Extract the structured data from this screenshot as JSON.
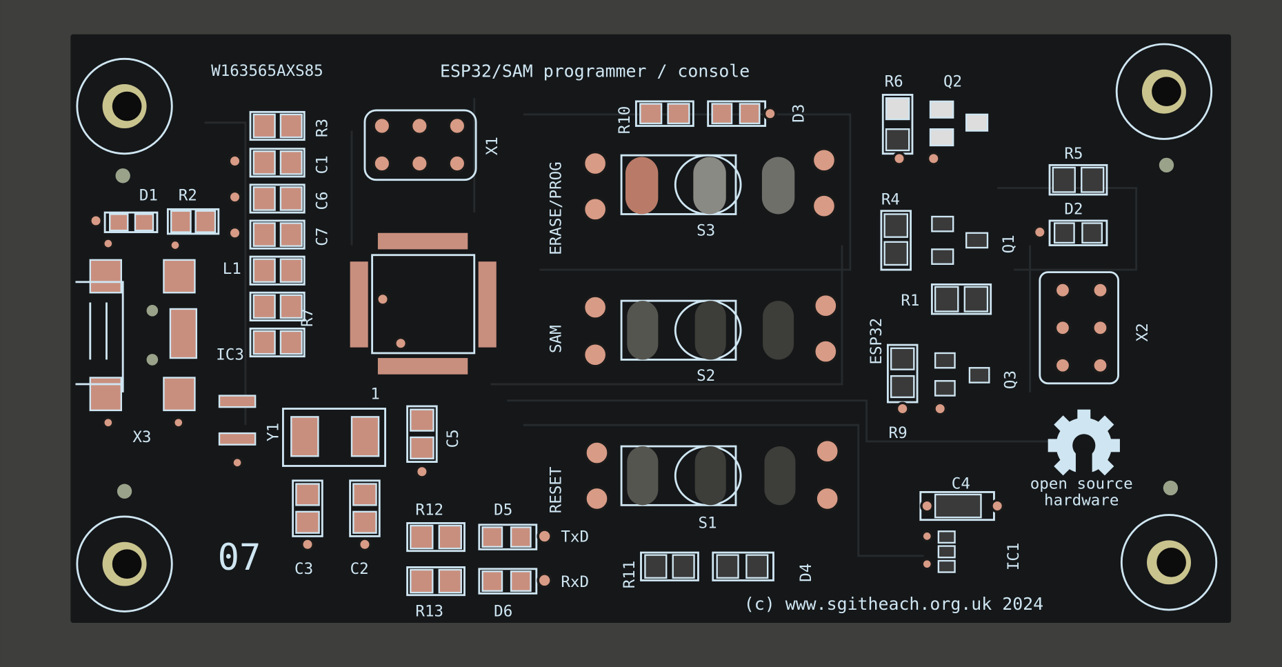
{
  "board": {
    "serial": "W163565AXS85",
    "title": "ESP32/SAM programmer / console",
    "copyright": "(c) www.sgitheach.org.uk 2024",
    "board_number": "07",
    "oshw_line1": "open source",
    "oshw_line2": "hardware",
    "colors": {
      "solder_mask": "#141618",
      "silkscreen": "#cfe6f2",
      "copper": "#c98f7e",
      "background": "#3b3b3a"
    }
  },
  "labels": {
    "r3": "R3",
    "c1": "C1",
    "c6": "C6",
    "c7": "C7",
    "l1": "L1",
    "r7": "R7",
    "ic3": "IC3",
    "d1": "D1",
    "r2": "R2",
    "x3": "X3",
    "y1": "Y1",
    "pin1": "1",
    "c5": "C5",
    "c3": "C3",
    "c2": "C2",
    "x1": "X1",
    "r10": "R10",
    "d3": "D3",
    "erase_prog": "ERASE/PROG",
    "sam": "SAM",
    "reset": "RESET",
    "s3": "S3",
    "s2": "S2",
    "s1": "S1",
    "r12": "R12",
    "d5": "D5",
    "txd": "TxD",
    "rxd": "RxD",
    "r13": "R13",
    "d6": "D6",
    "r11": "R11",
    "d4": "D4",
    "r6": "R6",
    "q2": "Q2",
    "r5": "R5",
    "d2": "D2",
    "r4": "R4",
    "q1": "Q1",
    "r1": "R1",
    "esp32": "ESP32",
    "x2": "X2",
    "q3": "Q3",
    "r9": "R9",
    "c4": "C4",
    "ic1": "IC1"
  }
}
